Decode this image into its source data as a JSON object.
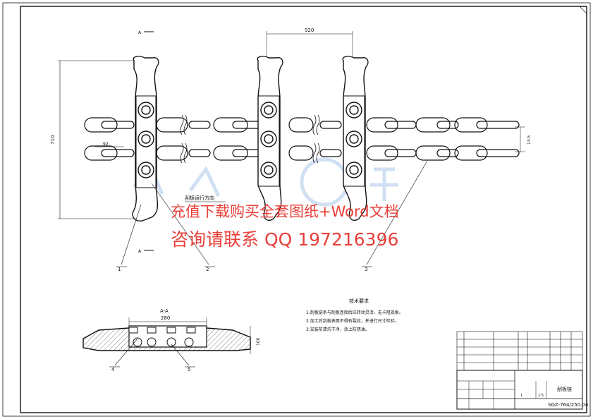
{
  "watermark": {
    "line1": "充值下载购买全套图纸+Word文档",
    "line2": "咨询请联系 QQ 197216396",
    "logo_faint": "人人文库",
    "color": "#e8403a"
  },
  "drawing": {
    "section_marker_left": "A",
    "dim_top_span": "920",
    "dim_height": "710",
    "dim_width": "100",
    "dim_pitch": "92",
    "dim_right": "13.5",
    "chain_direction_label": "刮板运行方向",
    "section_title": "A-A",
    "section_width": "280",
    "section_height": "100",
    "balloons": [
      "1",
      "2",
      "3",
      "4",
      "5"
    ],
    "tech_title": "技术要求",
    "tech_notes": [
      "1.刮板链条与刮板连接后应转动灵活，无卡阻现象。",
      "2.加工后刮板表面不得有裂纹，并进行尺寸检验。",
      "3.安装前清洗干净，涂上防锈油。"
    ]
  },
  "title_block": {
    "drawing_name": "刮板链",
    "drawing_number": "SGZ-764/250.04",
    "scale": "1:5",
    "sheet": "1"
  }
}
